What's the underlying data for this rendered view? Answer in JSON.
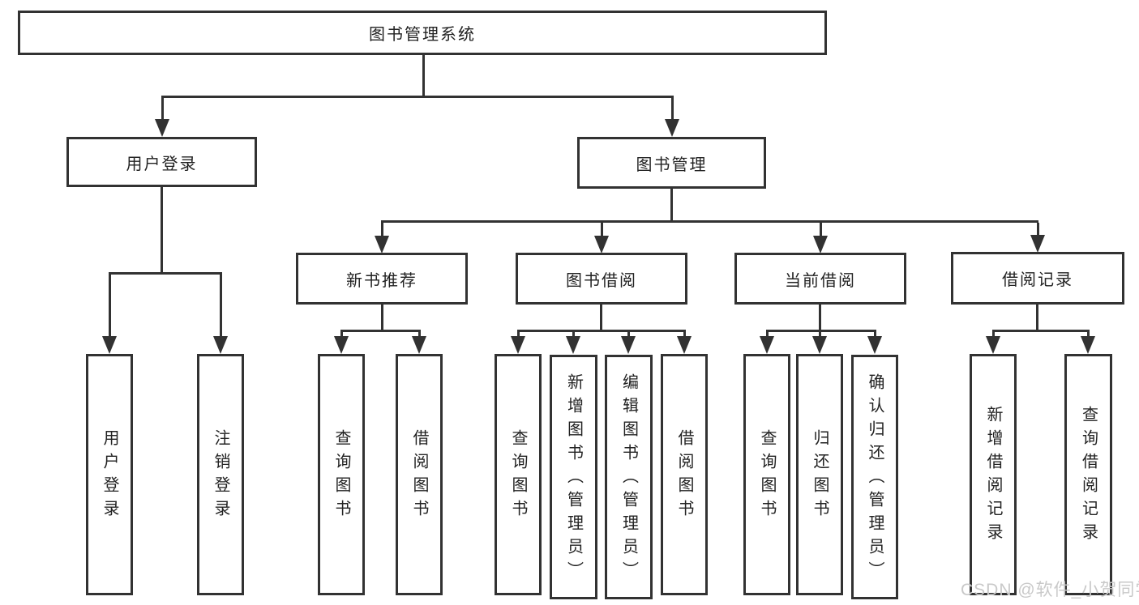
{
  "root": "图书管理系统",
  "level2": [
    "用户登录",
    "图书管理"
  ],
  "level3": [
    "新书推荐",
    "图书借阅",
    "当前借阅",
    "借阅记录"
  ],
  "leaves": {
    "user_login": [
      "用户登录",
      "注销登录"
    ],
    "new_book_recommendation": [
      "查询图书",
      "借阅图书"
    ],
    "book_borrowing": [
      "查询图书",
      "新增图书（管理员）",
      "编辑图书（管理员）",
      "借阅图书"
    ],
    "current_borrowing": [
      "查询图书",
      "归还图书",
      "确认归还（管理员）"
    ],
    "borrowing_records": [
      "新增借阅记录",
      "查询借阅记录"
    ]
  },
  "watermark": "CSDN @软件_小贺同学",
  "colors": {
    "line": "#323232",
    "text": "#222222",
    "watermark": "#c9c9c9",
    "background": "#ffffff"
  }
}
